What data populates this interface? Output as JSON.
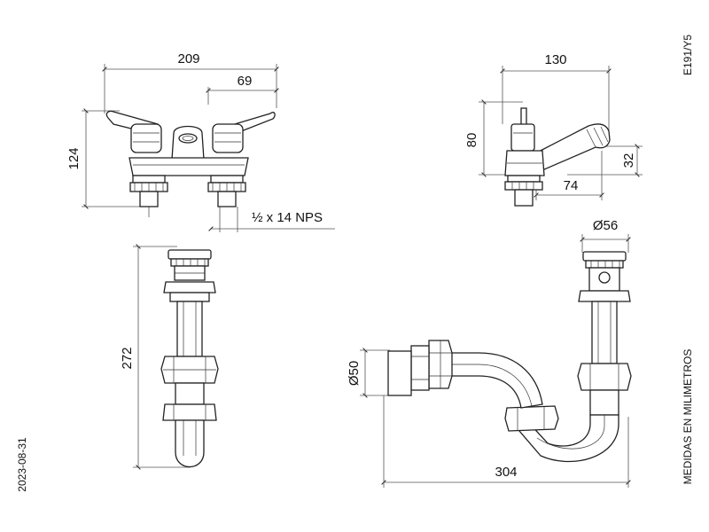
{
  "drawing": {
    "code": "E191/Y5",
    "date": "2023-08-31",
    "units_note": "MEDIDAS EN MILIMETROS",
    "dimensions": {
      "faucet_width": "209",
      "faucet_spacing": "69",
      "faucet_height": "124",
      "thread": "½ x 14 NPS",
      "spout_length": "130",
      "handle_height": "80",
      "spout_height": "32",
      "spout_reach": "74",
      "drain_diameter": "Ø56",
      "drain_length": "272",
      "trap_outlet_diameter": "Ø50",
      "trap_length": "304"
    }
  }
}
